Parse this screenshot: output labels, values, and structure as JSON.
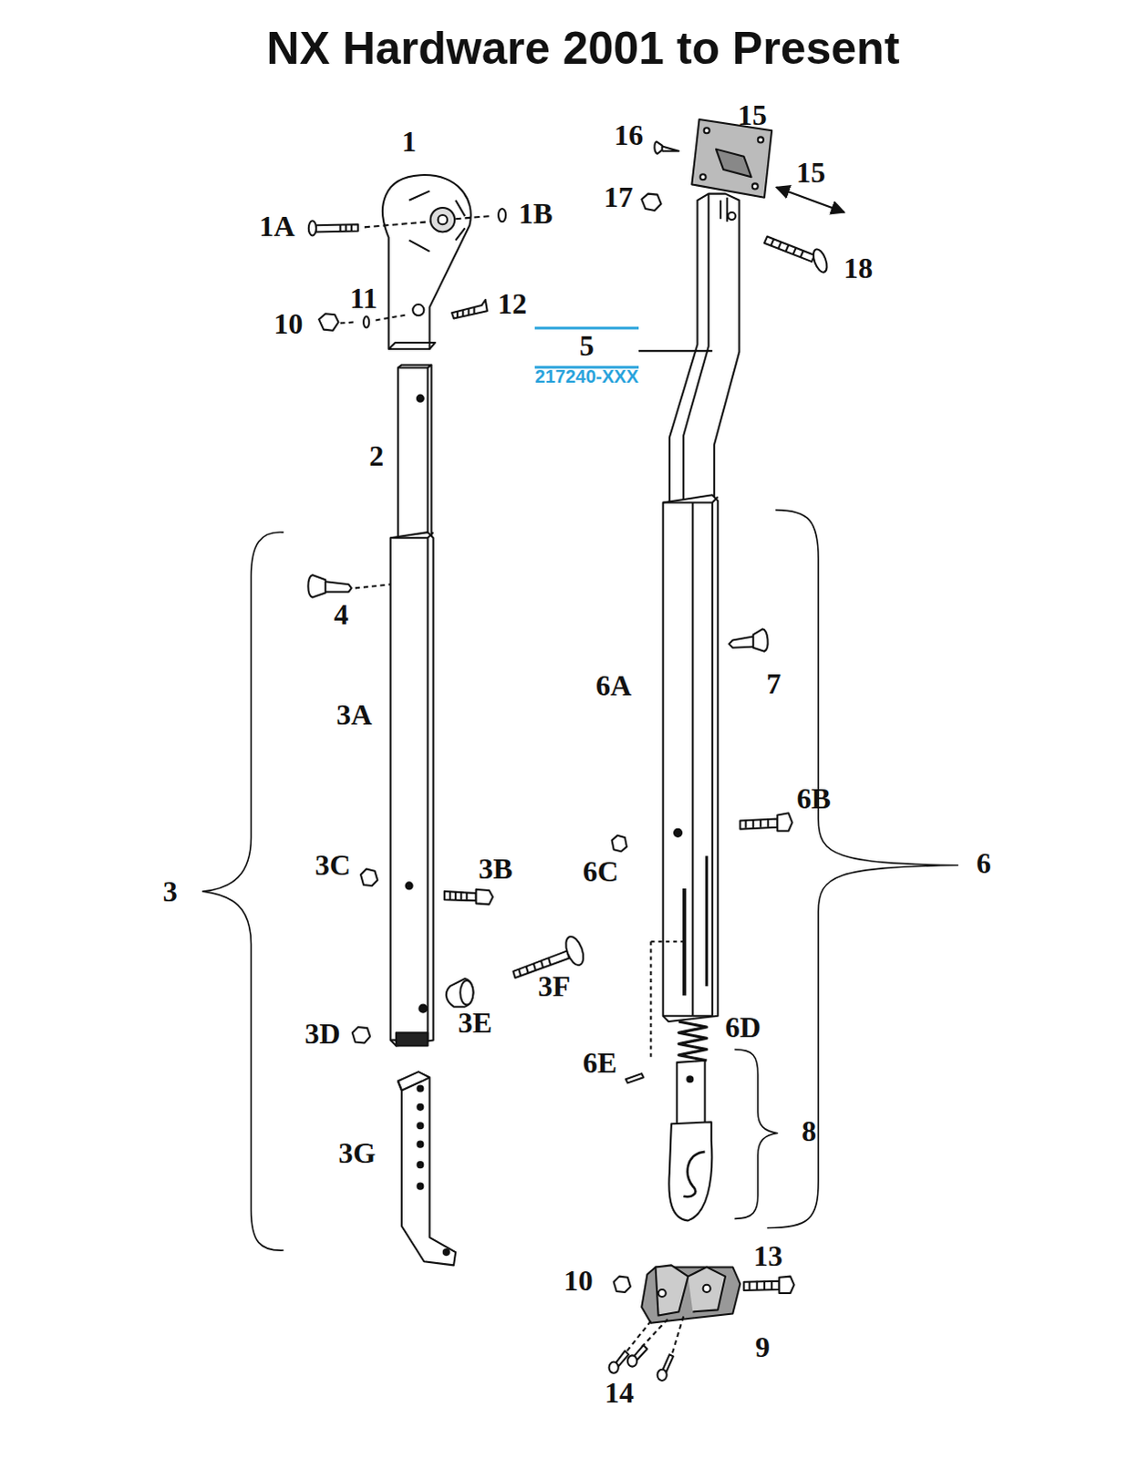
{
  "diagram": {
    "title": "NX Hardware 2001 to Present",
    "nodes": [
      {
        "text": [
          "5",
          "217240-XXX"
        ]
      }
    ],
    "labels": [
      "1",
      "1A",
      "1B",
      "11",
      "10",
      "12",
      "2",
      "4",
      "3A",
      "3C",
      "3B",
      "3",
      "3F",
      "3D",
      "3E",
      "3G",
      "16",
      "15",
      "17",
      "15",
      "18",
      "6A",
      "7",
      "6B",
      "6C",
      "6",
      "6D",
      "6E",
      "8",
      "10",
      "13",
      "9",
      "14"
    ]
  }
}
